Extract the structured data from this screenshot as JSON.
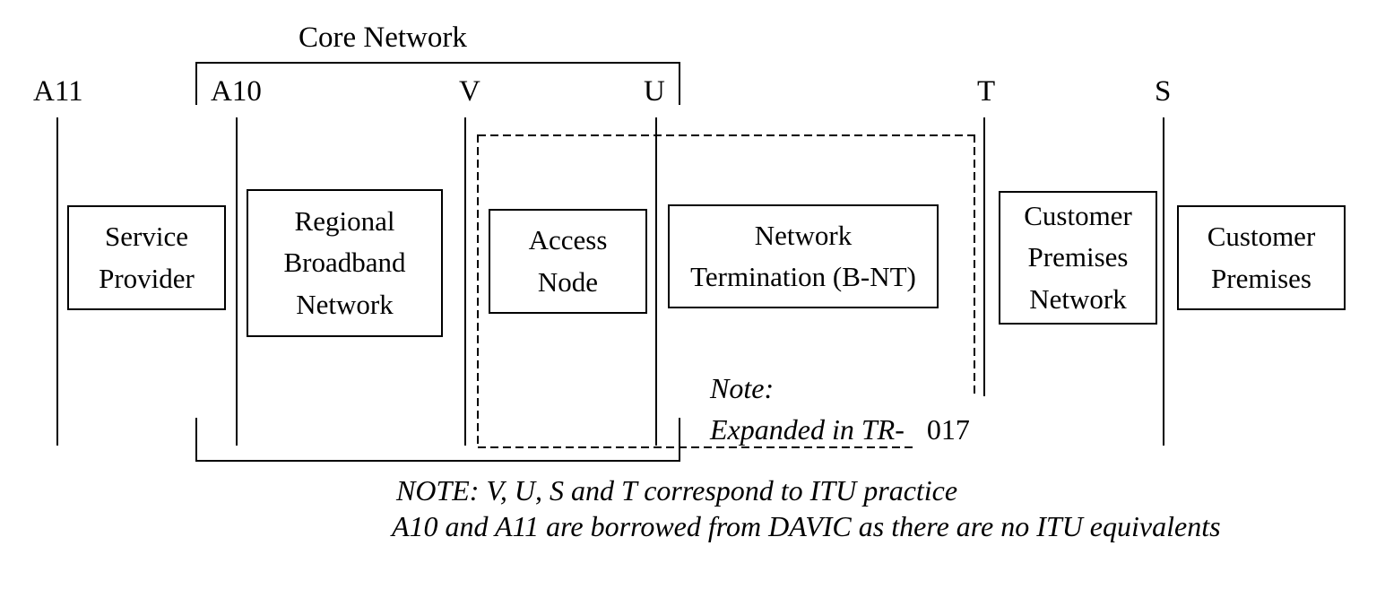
{
  "diagram": {
    "title": "Core Network",
    "reference_points": [
      {
        "label": "A11"
      },
      {
        "label": "A10"
      },
      {
        "label": "V"
      },
      {
        "label": "U"
      },
      {
        "label": "T"
      },
      {
        "label": "S"
      }
    ],
    "boxes": [
      {
        "name": "service-provider",
        "lines": [
          "Service",
          "Provider"
        ]
      },
      {
        "name": "regional-broadband-network",
        "lines": [
          "Regional",
          "Broadband",
          "Network"
        ]
      },
      {
        "name": "access-node",
        "lines": [
          "Access",
          "Node"
        ]
      },
      {
        "name": "network-termination",
        "lines": [
          "Network",
          "Termination (B-NT)"
        ]
      },
      {
        "name": "customer-premises-network",
        "lines": [
          "Customer",
          "Premises",
          "Network"
        ]
      },
      {
        "name": "customer-premises",
        "lines": [
          "Customer",
          "Premises"
        ]
      }
    ],
    "expansion_note": {
      "heading": "Note:",
      "body_italic": "Expanded in TR-",
      "body_upright": "017"
    },
    "footnote": {
      "line1": "NOTE: V, U, S and T correspond to ITU practice",
      "line2": "A10 and A11 are borrowed from DAVIC as there are no ITU equivalents"
    },
    "colors": {
      "ink": "#000000",
      "background": "#ffffff"
    }
  }
}
